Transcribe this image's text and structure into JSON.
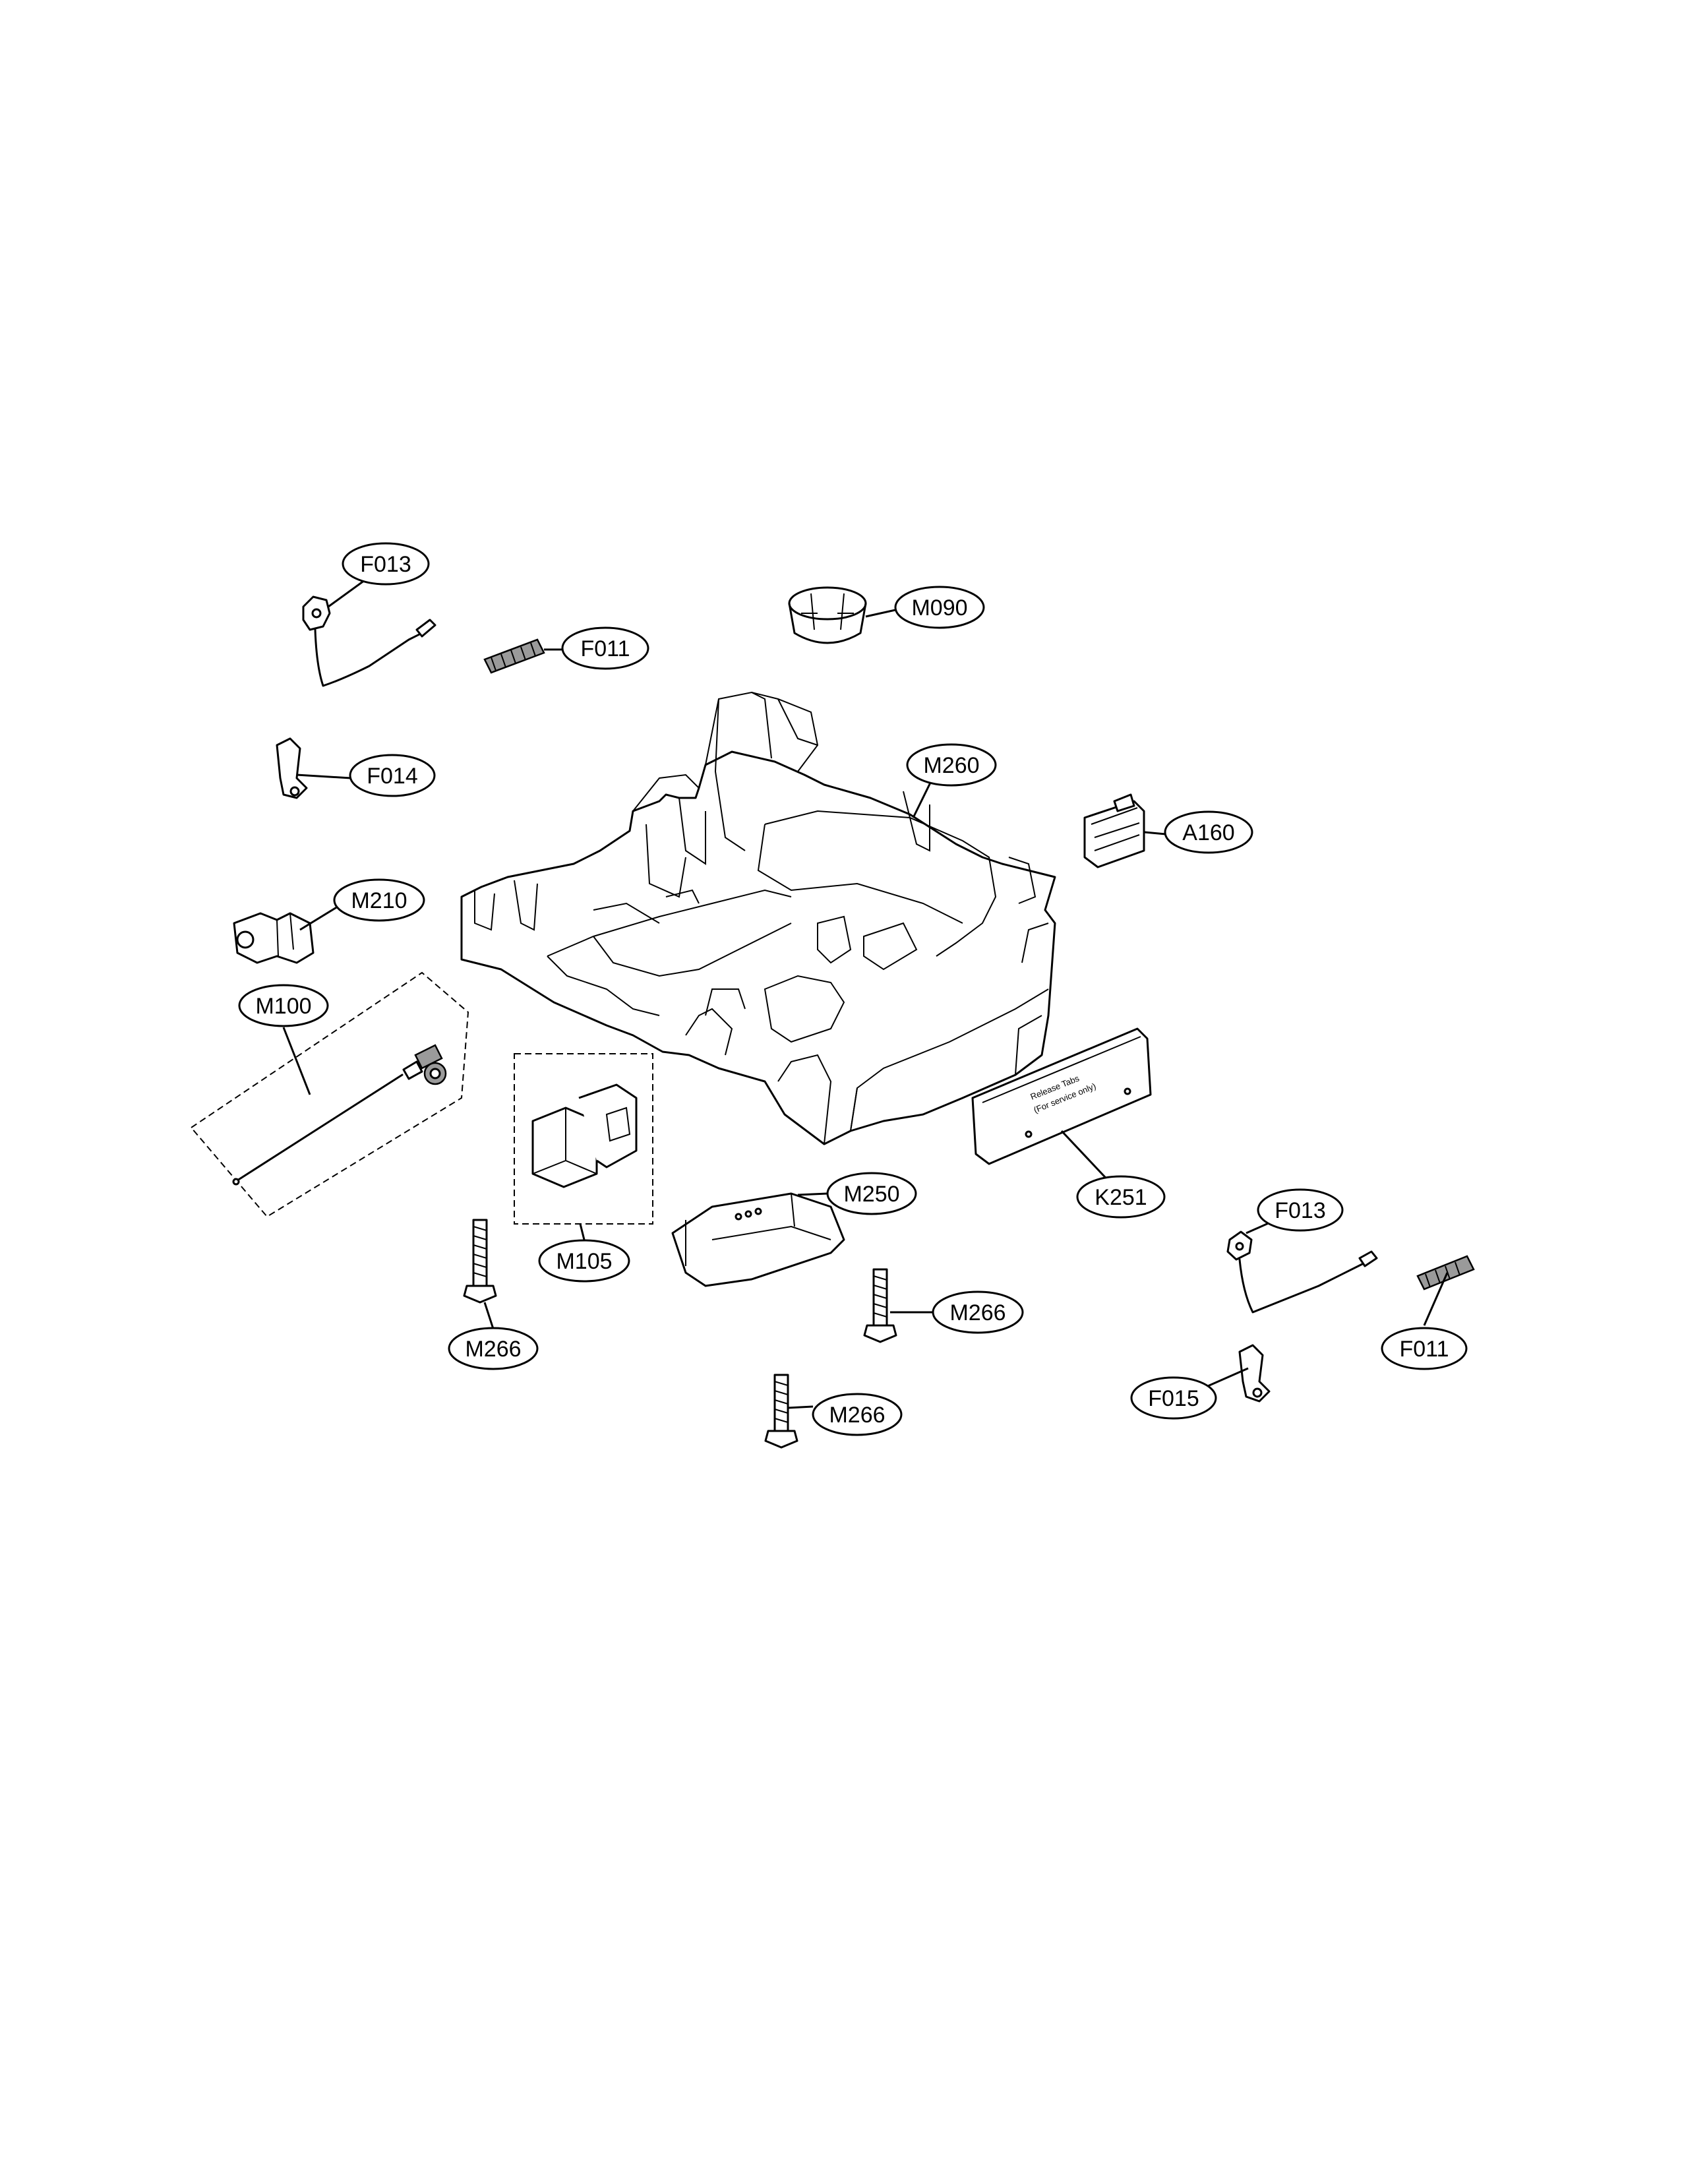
{
  "callouts": [
    {
      "id": "c-f013-top",
      "label": "F013"
    },
    {
      "id": "c-f011-top",
      "label": "F011"
    },
    {
      "id": "c-m090",
      "label": "M090"
    },
    {
      "id": "c-f014",
      "label": "F014"
    },
    {
      "id": "c-m260",
      "label": "M260"
    },
    {
      "id": "c-a160",
      "label": "A160"
    },
    {
      "id": "c-m210",
      "label": "M210"
    },
    {
      "id": "c-m100",
      "label": "M100"
    },
    {
      "id": "c-m250",
      "label": "M250"
    },
    {
      "id": "c-k251",
      "label": "K251"
    },
    {
      "id": "c-m105",
      "label": "M105"
    },
    {
      "id": "c-f013-right",
      "label": "F013"
    },
    {
      "id": "c-m266-left",
      "label": "M266"
    },
    {
      "id": "c-m266-mid",
      "label": "M266"
    },
    {
      "id": "c-f011-right",
      "label": "F011"
    },
    {
      "id": "c-f015",
      "label": "F015"
    },
    {
      "id": "c-m266-bottom",
      "label": "M266"
    }
  ],
  "part_stamps": {
    "k251_line1": "Release Tabs",
    "k251_line2": "(For service only)"
  }
}
